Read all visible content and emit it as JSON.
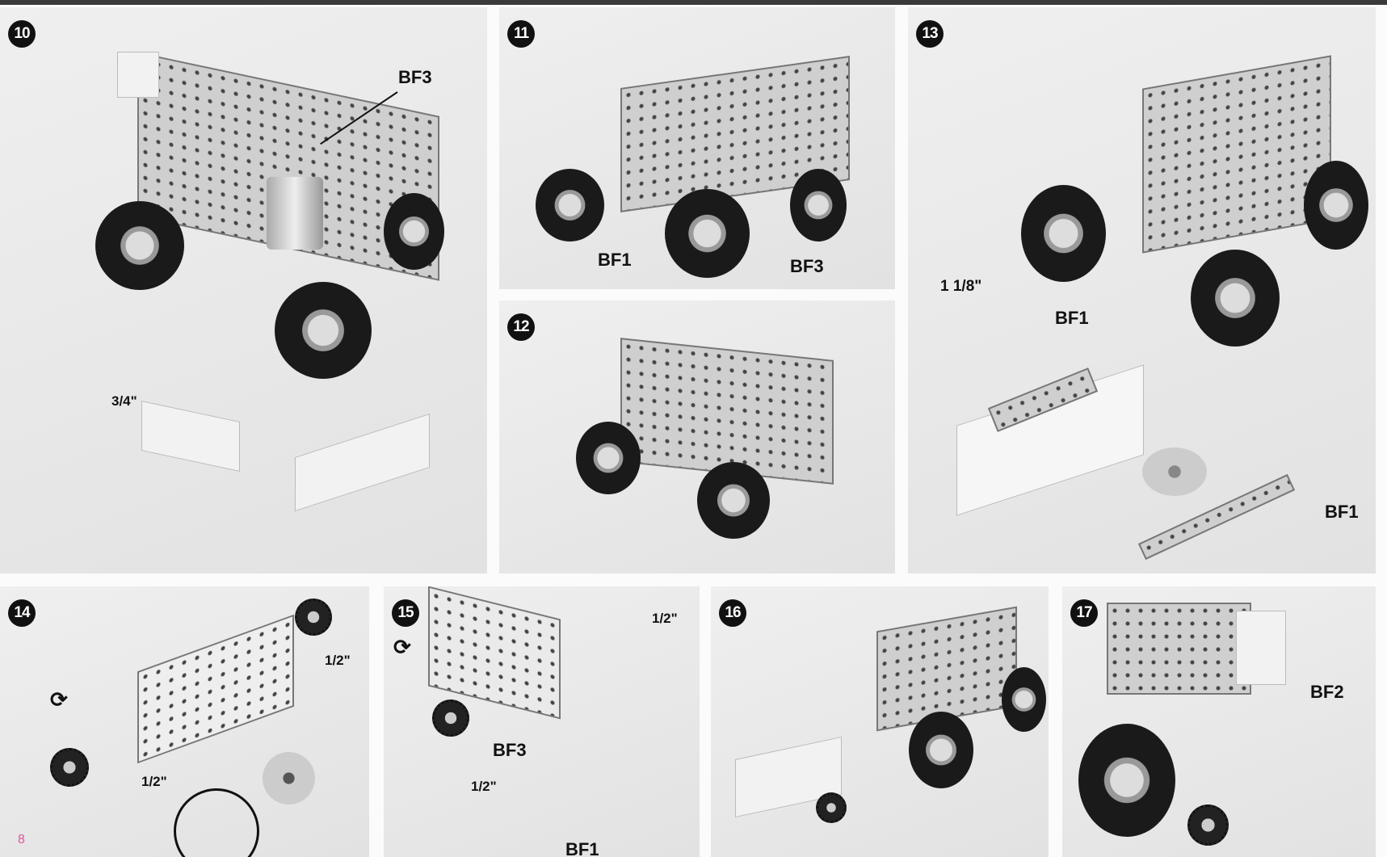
{
  "page_number": "8",
  "steps": [
    {
      "number": "10",
      "labels": [
        "BF3"
      ],
      "fractions": [
        "3/4\""
      ]
    },
    {
      "number": "11",
      "labels": [
        "BF1",
        "BF3"
      ]
    },
    {
      "number": "12"
    },
    {
      "number": "13",
      "labels": [
        "BF1",
        "BF1"
      ],
      "fractions": [
        "1 1/8\""
      ]
    },
    {
      "number": "14",
      "fractions": [
        "1/2\"",
        "1/2\""
      ],
      "icons": [
        "rotate-icon"
      ]
    },
    {
      "number": "15",
      "labels": [
        "BF3",
        "BF1"
      ],
      "fractions": [
        "1/2\"",
        "1/2\""
      ],
      "icons": [
        "rotate-icon"
      ]
    },
    {
      "number": "16"
    },
    {
      "number": "17",
      "labels": [
        "BF2"
      ]
    }
  ],
  "colors": {
    "page_number": "#e0559a",
    "badge": "#111111",
    "panel": "#e8e8e8"
  }
}
